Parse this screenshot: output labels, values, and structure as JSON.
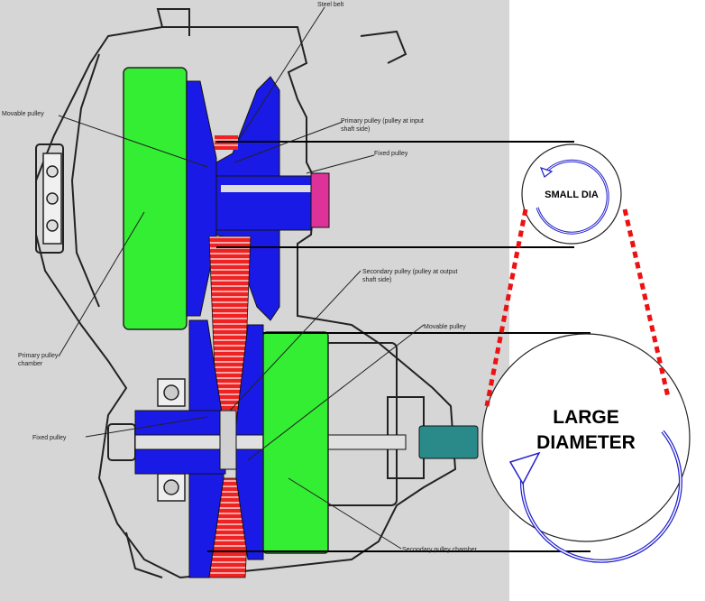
{
  "labels": {
    "steel_belt": "Steel belt",
    "movable_pulley_top": "Movable pulley",
    "primary_pulley_l1": "Primary pulley (pulley at input",
    "primary_pulley_l2": "shaft side)",
    "fixed_pulley_top": "Fixed pulley",
    "secondary_pulley_l1": "Secondary pulley (pulley at output",
    "secondary_pulley_l2": "shaft side)",
    "movable_pulley_bottom": "Movable pulley",
    "primary_chamber_l1": "Primary pulley",
    "primary_chamber_l2": "chamber",
    "fixed_pulley_bottom": "Fixed pulley",
    "secondary_chamber": "Secondary pulley chamber"
  },
  "small_circle": {
    "label": "SMALL DIA"
  },
  "large_circle": {
    "line1": "LARGE",
    "line2": "DIAMETER"
  },
  "colors": {
    "housing_bg": "#d6d6d6",
    "green_chamber": "#33ee33",
    "blue_pulley": "#1a1ae6",
    "red_belt": "#ee2222",
    "magenta": "#dd3399",
    "teal_shaft": "#2a8a8a",
    "arrow_blue": "#2222cc"
  }
}
